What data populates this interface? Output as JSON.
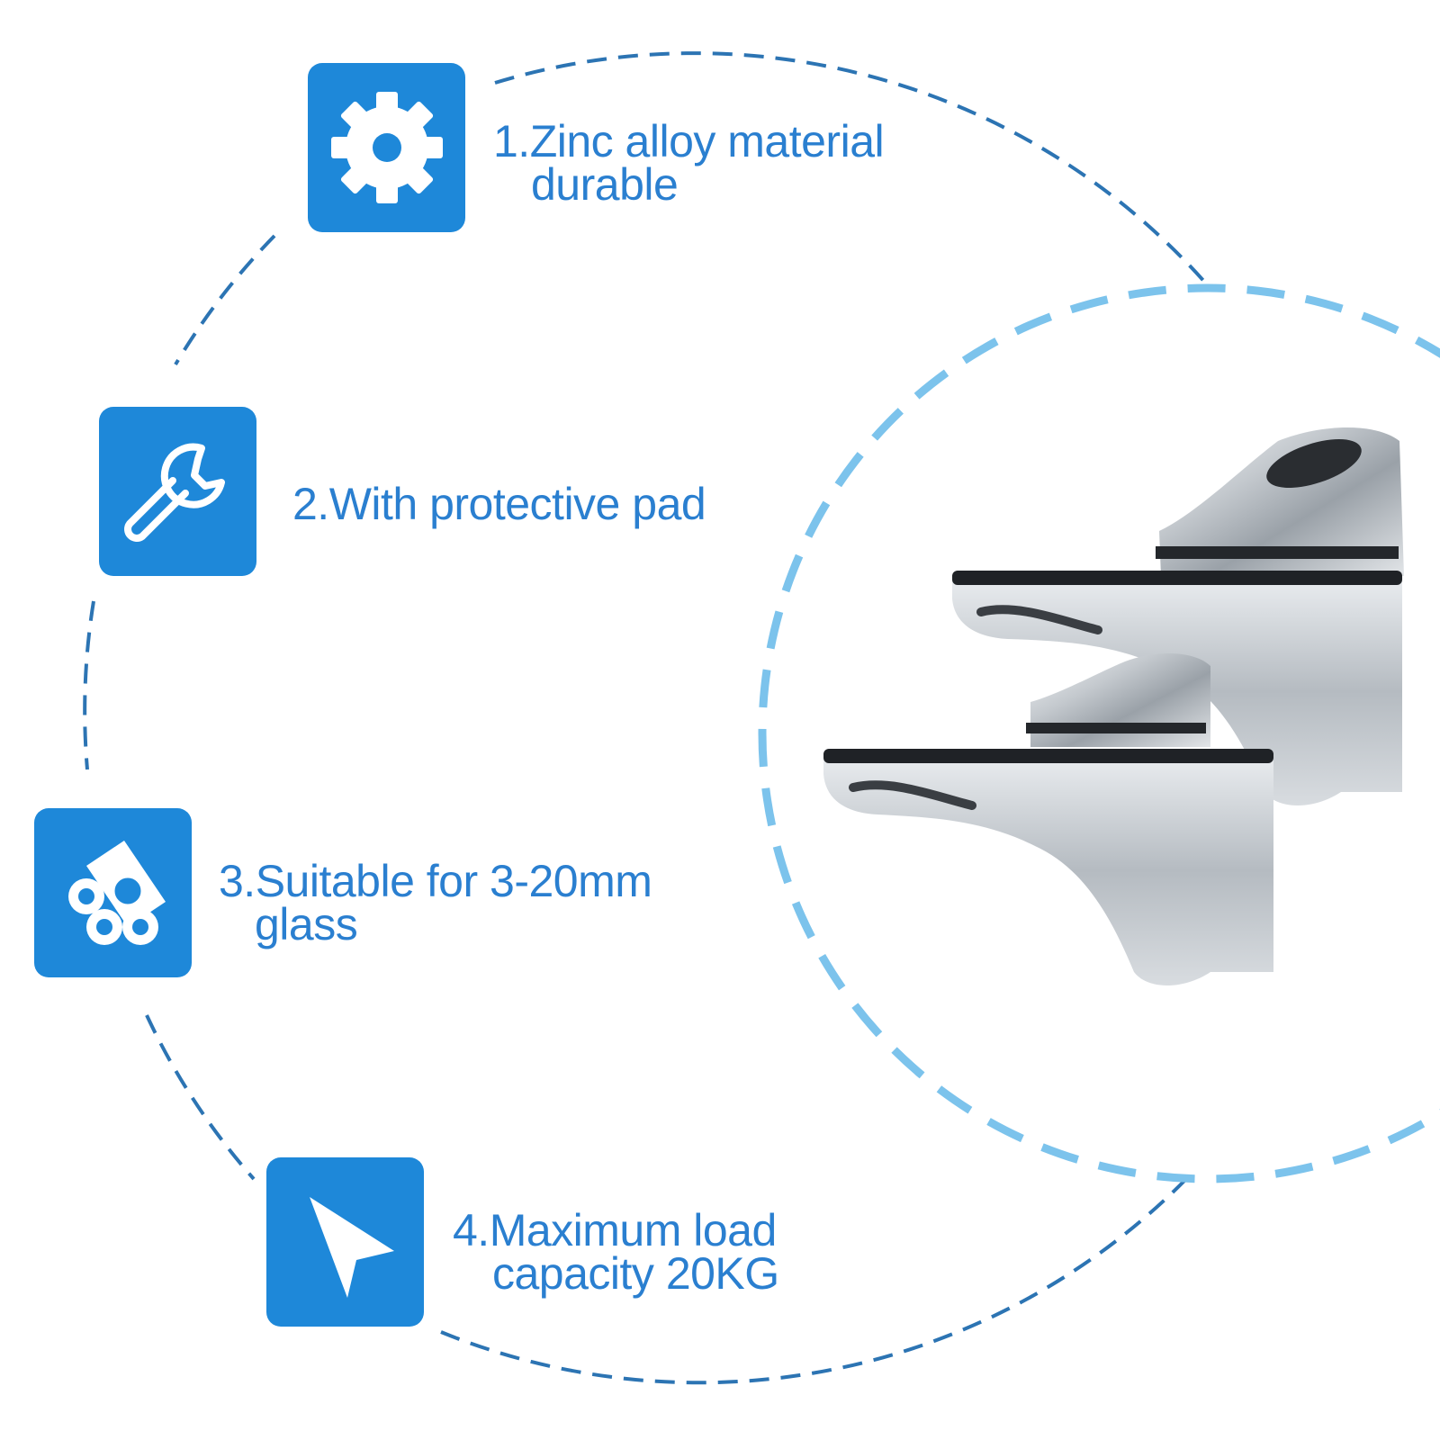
{
  "features": [
    {
      "icon": "gear-icon",
      "line1": "1.Zinc alloy material",
      "line2": "durable"
    },
    {
      "icon": "wrench-icon",
      "line1": "2.With protective pad",
      "line2": ""
    },
    {
      "icon": "pipes-icon",
      "line1": "3.Suitable for 3-20mm",
      "line2": "glass"
    },
    {
      "icon": "cursor-arrow-icon",
      "line1": "4.Maximum load",
      "line2": "capacity 20KG"
    }
  ],
  "colors": {
    "tile": "#1e88d9",
    "text": "#2a7fd0",
    "outer_ring": "#2c74b3",
    "inner_ring": "#7cc3ec",
    "chrome": "#c9ced3"
  },
  "product": {
    "icon": "glass-shelf-bracket-photo"
  }
}
